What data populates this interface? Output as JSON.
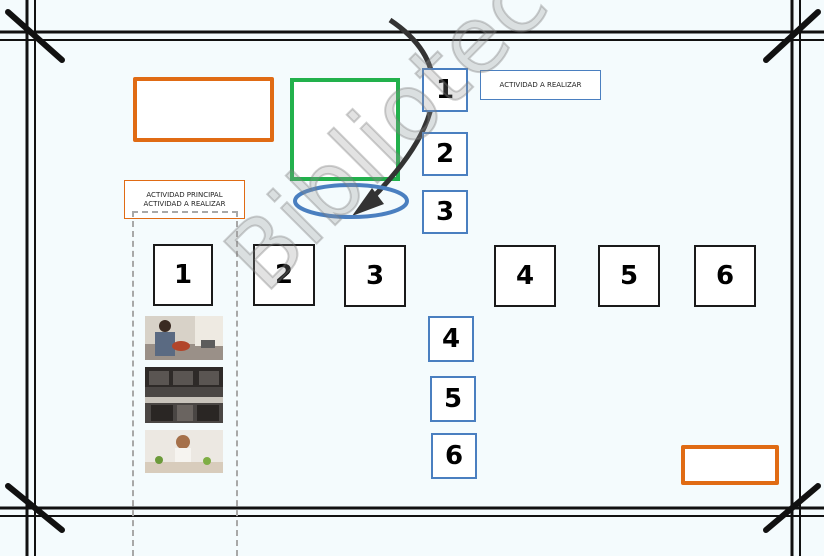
{
  "header_label": "ACTIVIDAD  A REALIZAR",
  "principal_label": {
    "line1": "ACTIVIDAD  PRINCIPAL",
    "line2": "ACTIVIDAD  A REALIZAR"
  },
  "vertical_numbers_top": [
    "1",
    "2",
    "3"
  ],
  "horizontal_numbers": [
    "1",
    "2",
    "3",
    "4",
    "5",
    "6"
  ],
  "vertical_numbers_bottom": [
    "4",
    "5",
    "6"
  ],
  "photos": [
    "kitchen-cooking-photo",
    "dark-kitchen-photo",
    "woman-in-kitchen-photo"
  ],
  "watermark": "Biblioteca Digital de Bibliotecas",
  "colors": {
    "orange": "#e06b14",
    "green": "#22b14c",
    "blue": "#4a7fc0",
    "frame": "#111111",
    "background": "#f4fbfd"
  }
}
